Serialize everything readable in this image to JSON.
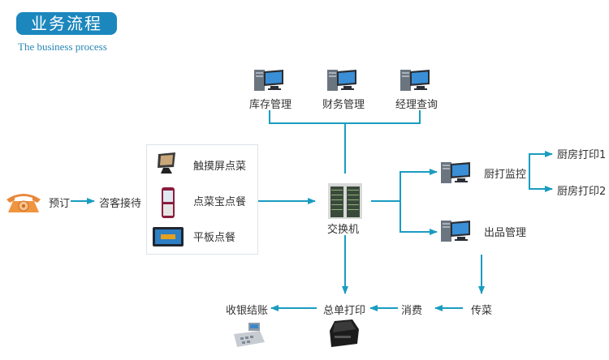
{
  "header": {
    "title": "业务流程",
    "subtitle": "The business process"
  },
  "colors": {
    "accent": "#1c87bd",
    "line": "#1a9cc0"
  },
  "top_nodes": [
    {
      "label": "库存管理",
      "icon": "desktop-computer-icon"
    },
    {
      "label": "财务管理",
      "icon": "desktop-computer-icon"
    },
    {
      "label": "经理查询",
      "icon": "desktop-computer-icon"
    }
  ],
  "left_flow": {
    "phone_icon": "telephone-icon",
    "reserve": "预订",
    "reception": "咨客接待"
  },
  "order_panel": [
    {
      "label": "触摸屏点菜",
      "icon": "touchscreen-pos-icon"
    },
    {
      "label": "点菜宝点餐",
      "icon": "handheld-device-icon"
    },
    {
      "label": "平板点餐",
      "icon": "tablet-icon"
    }
  ],
  "switch": {
    "label": "交换机",
    "icon": "server-switch-icon"
  },
  "right_nodes": {
    "kitchen_monitor": "厨打监控",
    "kitchen_print_1": "厨房打印1",
    "kitchen_print_2": "厨房打印2",
    "dispatch": "出品管理"
  },
  "bottom_flow": {
    "serve": "传菜",
    "consume": "消费",
    "print_total": "总单打印",
    "checkout": "收银结账"
  }
}
